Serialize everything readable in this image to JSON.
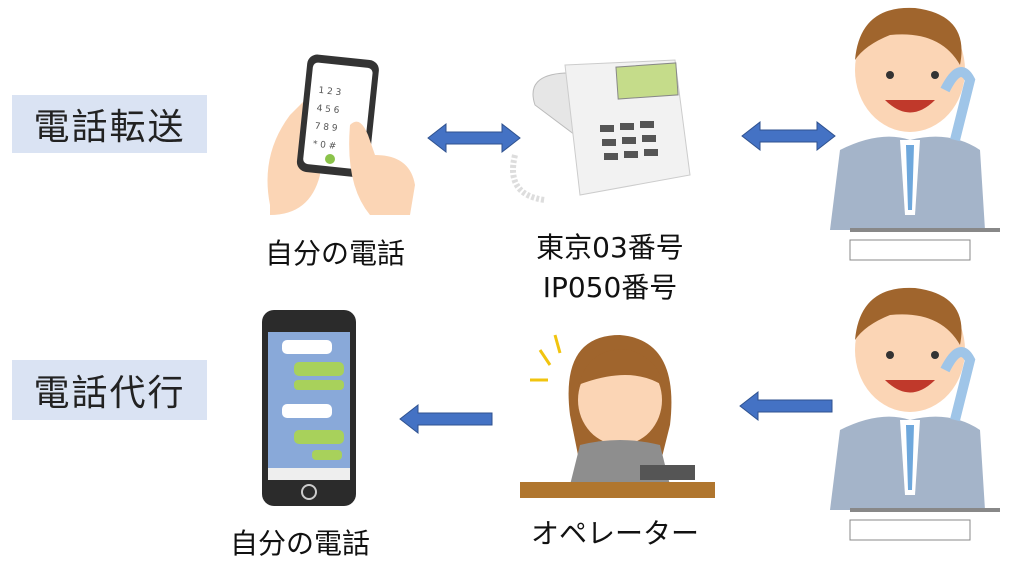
{
  "rows": {
    "forwarding": {
      "label": "電話転送"
    },
    "answering": {
      "label": "電話代行"
    }
  },
  "captions": {
    "my_phone_top": "自分の電話",
    "number_line1": "東京03番号",
    "number_line2": "IP050番号",
    "my_phone_bottom": "自分の電話",
    "operator": "オペレーター"
  },
  "colors": {
    "arrow": "#4472c4",
    "arrow_border": "#2f528f",
    "tag_bg": "#dae3f3"
  }
}
